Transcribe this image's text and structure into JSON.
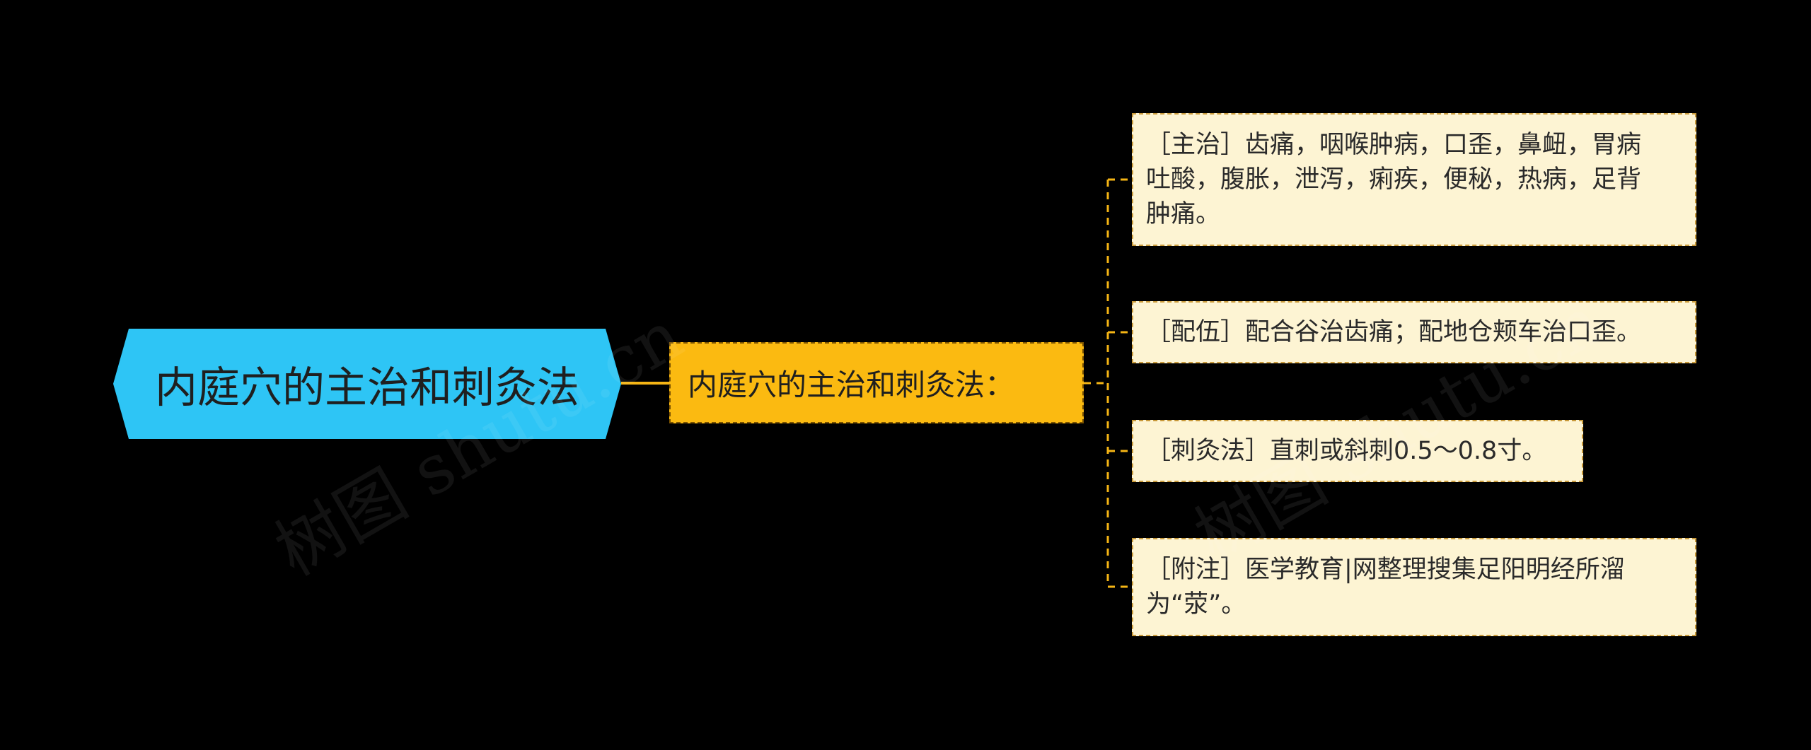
{
  "root": {
    "label": "内庭穴的主治和刺灸法"
  },
  "center": {
    "label": "内庭穴的主治和刺灸法："
  },
  "leaves": [
    {
      "lines": [
        "［主治］齿痛，咽喉肿病，口歪，鼻衄，胃病",
        "吐酸，腹胀，泄泻，痢疾，便秘，热病，足背",
        "肿痛。"
      ]
    },
    {
      "lines": [
        "［配伍］配合谷治齿痛；配地仓颊车治口歪。"
      ]
    },
    {
      "lines": [
        "［刺灸法］直刺或斜刺0.5～0.8寸。"
      ]
    },
    {
      "lines": [
        "［附注］医学教育|网整理搜集足阳明经所溜",
        "为“荥”。"
      ]
    }
  ],
  "watermark": {
    "text_1": "树图 shutu.cn",
    "text_2": "树图 shutu.cn"
  },
  "colors": {
    "background": "#000000",
    "root_fill": "#2ec5f5",
    "center_fill": "#fbba11",
    "leaf_fill": "#fdf4d3",
    "connector": "#f5b515"
  }
}
